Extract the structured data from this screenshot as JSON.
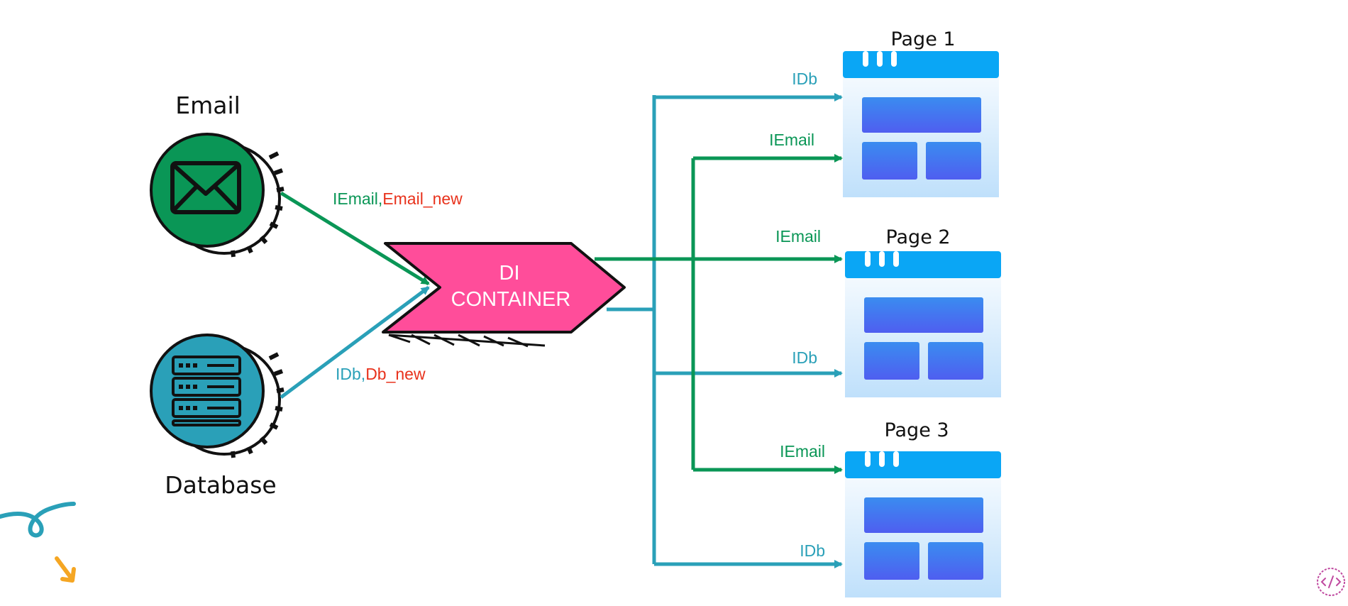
{
  "colors": {
    "green": "#0a9656",
    "teal": "#2aa0b8",
    "red": "#e8321c",
    "pink": "#ff4d9a",
    "page_header": "#0aa6f5",
    "page_block": "#3c7ef2"
  },
  "sources": {
    "email": {
      "title": "Email",
      "icon": "envelope-icon"
    },
    "database": {
      "title": "Database",
      "icon": "server-rack-icon"
    }
  },
  "edges": {
    "email_in": {
      "iface": "IEmail",
      "sep": ",",
      "impl": "Email_new"
    },
    "db_in": {
      "iface": "IDb",
      "sep": ",",
      "impl": "Db_new"
    }
  },
  "container": {
    "line1": "DI",
    "line2": "CONTAINER"
  },
  "pages": [
    {
      "title": "Page 1",
      "label_top": "IDb",
      "label_bottom": "IEmail"
    },
    {
      "title": "Page 2",
      "label_top": "IEmail",
      "label_bottom": "IDb"
    },
    {
      "title": "Page 3",
      "label_top": "IEmail",
      "label_bottom": "IDb"
    }
  ],
  "decor": {
    "badge_icon": "code-badge-icon",
    "swirl": "swirl-doodle-icon",
    "arrow": "arrow-doodle-icon"
  }
}
